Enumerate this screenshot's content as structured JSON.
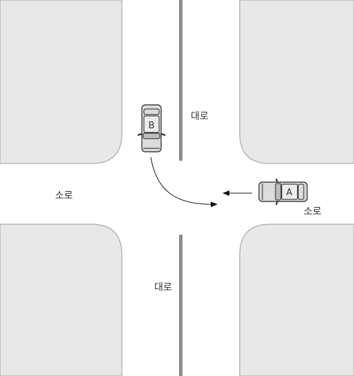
{
  "labels": {
    "main_road_top": "대로",
    "main_road_bottom": "대로",
    "minor_road_left": "소로",
    "minor_road_right": "소로"
  },
  "vehicles": {
    "a": {
      "label": "A",
      "heading": "west",
      "motion": "straight"
    },
    "b": {
      "label": "B",
      "heading": "south",
      "motion": "turn-left-toward-east"
    }
  },
  "colors": {
    "block_fill": "#e8e8e8",
    "block_stroke": "#9a9a9a",
    "road": "#ffffff",
    "center_line": "#8c8c8c",
    "car_body": "#dcdcdc",
    "car_stroke": "#222222",
    "arrow": "#111111"
  }
}
